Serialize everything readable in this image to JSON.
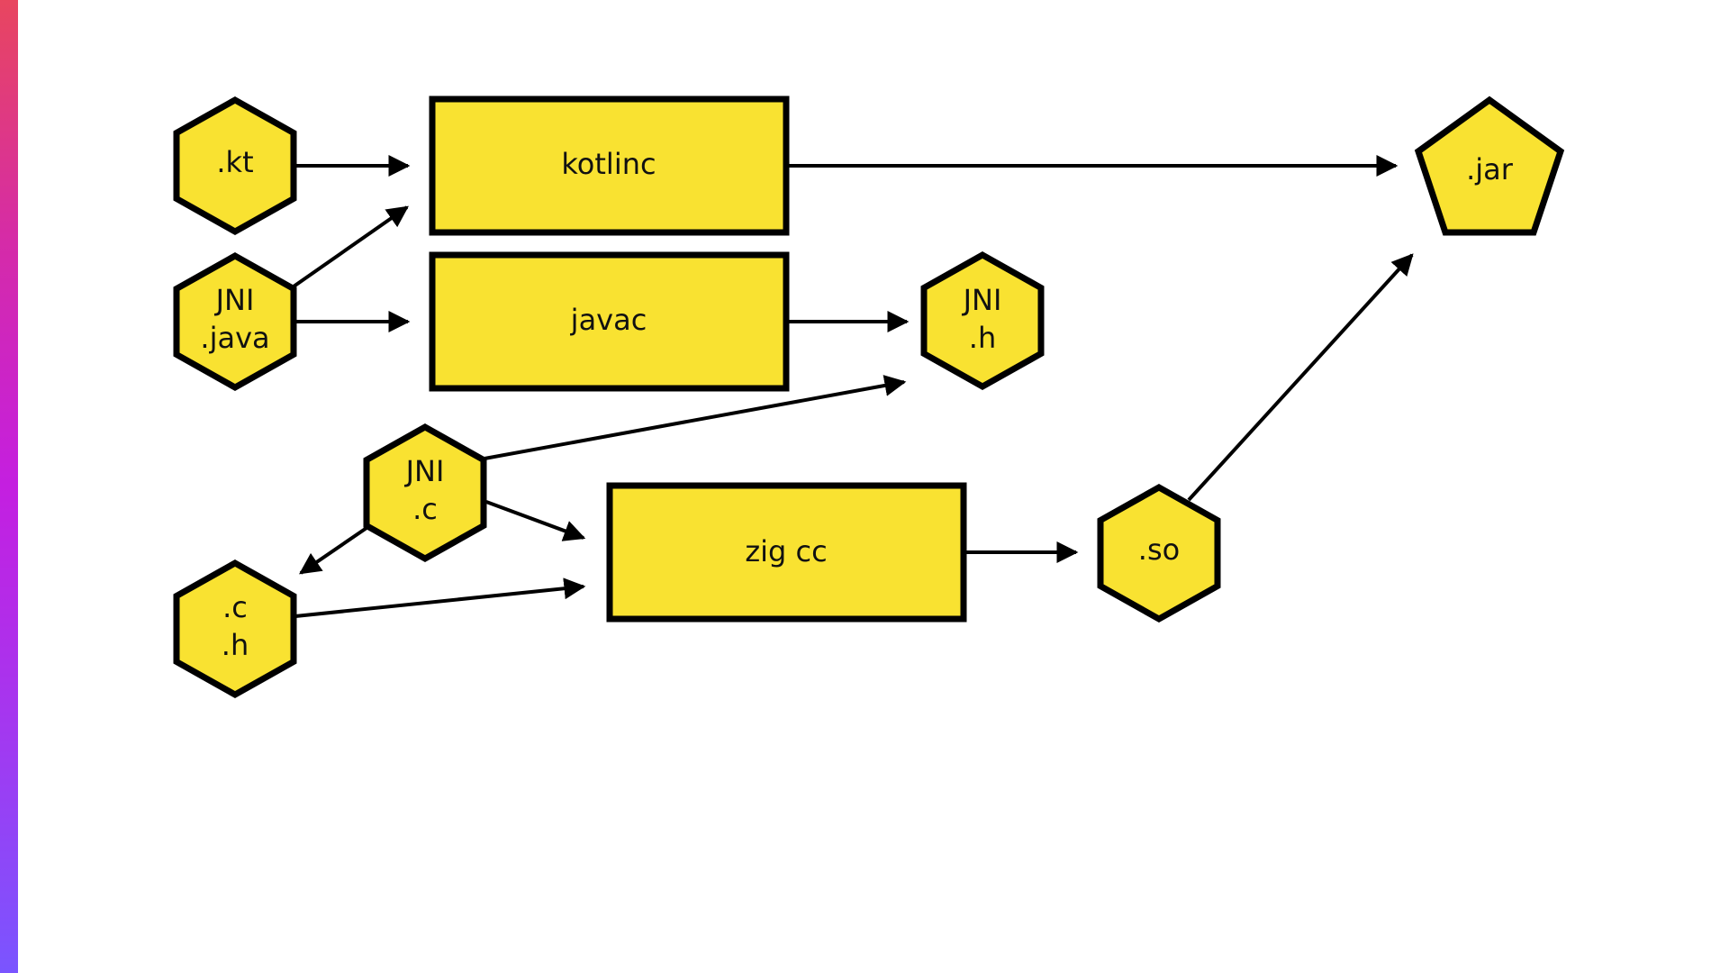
{
  "colors": {
    "node_fill": "#f9e231",
    "stroke": "#000000",
    "accent_gradient": [
      "#e8465f",
      "#c41fe0",
      "#7a55ff"
    ]
  },
  "nodes": {
    "kt": {
      "shape": "hexagon",
      "lines": [
        ".kt"
      ]
    },
    "jni_java": {
      "shape": "hexagon",
      "lines": [
        "JNI",
        ".java"
      ]
    },
    "kotlinc": {
      "shape": "rectangle",
      "lines": [
        "kotlinc"
      ]
    },
    "javac": {
      "shape": "rectangle",
      "lines": [
        "javac"
      ]
    },
    "jni_h": {
      "shape": "hexagon",
      "lines": [
        "JNI",
        ".h"
      ]
    },
    "jni_c": {
      "shape": "hexagon",
      "lines": [
        "JNI",
        ".c"
      ]
    },
    "c_h": {
      "shape": "hexagon",
      "lines": [
        ".c",
        ".h"
      ]
    },
    "zigcc": {
      "shape": "rectangle",
      "lines": [
        "zig cc"
      ]
    },
    "so": {
      "shape": "hexagon",
      "lines": [
        ".so"
      ]
    },
    "jar": {
      "shape": "pentagon",
      "lines": [
        ".jar"
      ]
    }
  },
  "edges": [
    {
      "from": "kt",
      "to": "kotlinc"
    },
    {
      "from": "jni_java",
      "to": "kotlinc"
    },
    {
      "from": "jni_java",
      "to": "javac"
    },
    {
      "from": "kotlinc",
      "to": "jar"
    },
    {
      "from": "javac",
      "to": "jni_h"
    },
    {
      "from": "jni_c",
      "to": "jni_h"
    },
    {
      "from": "jni_c",
      "to": "zigcc"
    },
    {
      "from": "jni_c",
      "to": "c_h"
    },
    {
      "from": "c_h",
      "to": "zigcc"
    },
    {
      "from": "zigcc",
      "to": "so"
    },
    {
      "from": "so",
      "to": "jar"
    }
  ]
}
